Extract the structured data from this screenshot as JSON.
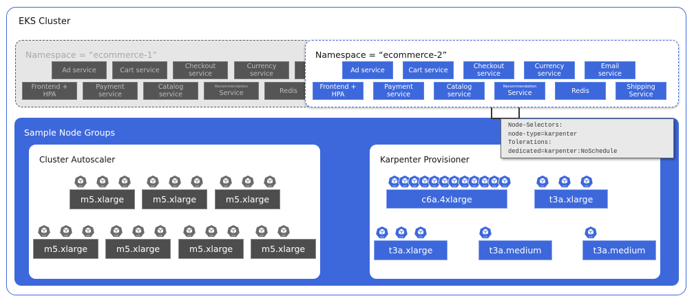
{
  "cluster": {
    "title": "EKS Cluster"
  },
  "namespaces": [
    {
      "title": "Namespace = “ecommerce-1”",
      "row1": [
        {
          "line1": "Ad service",
          "line2": ""
        },
        {
          "line1": "Cart service",
          "line2": ""
        },
        {
          "line1": "Checkout",
          "line2": "service"
        },
        {
          "line1": "Currency",
          "line2": "service"
        },
        {
          "line1": "",
          "line2": ""
        }
      ],
      "row2": [
        {
          "line1": "Frontend +",
          "line2": "HPA"
        },
        {
          "line1": "Payment",
          "line2": "service"
        },
        {
          "line1": "Catalog",
          "line2": "service"
        },
        {
          "small": "Recommendation",
          "line2": "Service"
        },
        {
          "line1": "Redis",
          "line2": ""
        }
      ]
    },
    {
      "title": "Namespace = “ecommerce-2”",
      "row1": [
        {
          "line1": "Ad service",
          "line2": ""
        },
        {
          "line1": "Cart service",
          "line2": ""
        },
        {
          "line1": "Checkout",
          "line2": "service"
        },
        {
          "line1": "Currency",
          "line2": "service"
        },
        {
          "line1": "Email",
          "line2": "service"
        }
      ],
      "row2": [
        {
          "line1": "Frontend +",
          "line2": "HPA"
        },
        {
          "line1": "Payment",
          "line2": "service"
        },
        {
          "line1": "Catalog",
          "line2": "service"
        },
        {
          "small": "Recommendation",
          "line2": "Service"
        },
        {
          "line1": "Redis",
          "line2": ""
        },
        {
          "line1": "Shipping",
          "line2": "Service"
        }
      ]
    }
  ],
  "tooltip": {
    "lines": [
      "Node-Selectors:",
      "node-type=karpenter",
      "Tolerations:",
      "dedicated=karpenter:NoSchedule"
    ]
  },
  "node_groups": {
    "title": "Sample Node Groups",
    "cluster_autoscaler": {
      "title": "Cluster Autoscaler",
      "nodes": [
        {
          "label": "m5.xlarge",
          "pods": 3
        },
        {
          "label": "m5.xlarge",
          "pods": 3
        },
        {
          "label": "m5.xlarge",
          "pods": 3
        },
        {
          "label": "m5.xlarge",
          "pods": 3
        },
        {
          "label": "m5.xlarge",
          "pods": 3
        },
        {
          "label": "m5.xlarge",
          "pods": 3
        },
        {
          "label": "m5.xlarge",
          "pods": 2
        }
      ]
    },
    "karpenter": {
      "title": "Karpenter Provisioner",
      "nodes": [
        {
          "label": "c6a.4xlarge",
          "pods": 12
        },
        {
          "label": "t3a.xlarge",
          "pods": 3
        },
        {
          "label": "t3a.xlarge",
          "pods": 3
        },
        {
          "label": "t3a.medium",
          "pods": 1
        },
        {
          "label": "t3a.medium",
          "pods": 1
        }
      ]
    },
    "pod_label": "pod"
  },
  "colors": {
    "accent": "#3d68db",
    "gray_node": "#4d4d4d",
    "gray_pod": "#6b6b6b",
    "ns1_bg": "#e6e6e6"
  }
}
